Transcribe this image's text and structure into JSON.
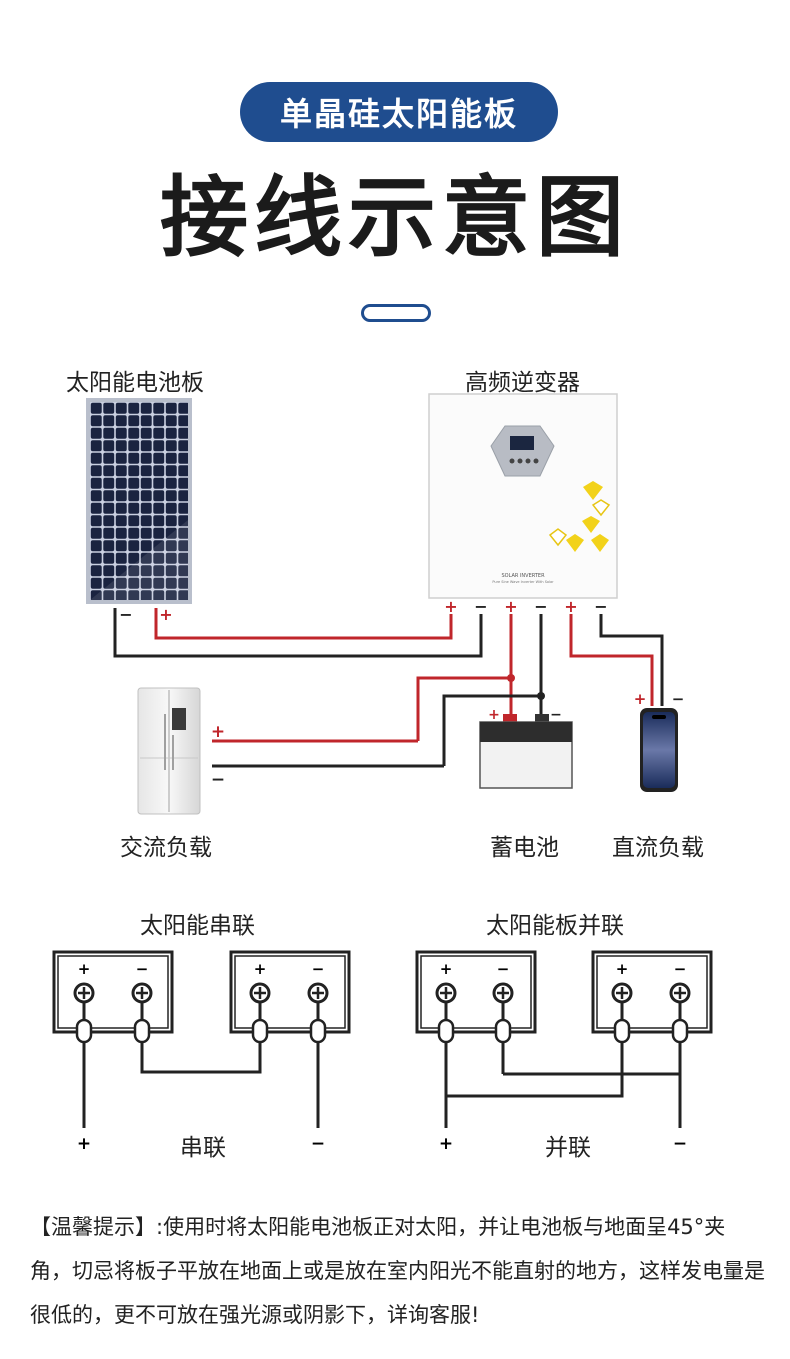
{
  "header": {
    "badge": "单晶硅太阳能板",
    "title": "接线示意图"
  },
  "main_diagram": {
    "solar_panel_label": "太阳能电池板",
    "inverter_label": "高频逆变器",
    "inverter_brand": "SOLAR INVERTER",
    "inverter_subtitle": "Pure Sine Wave Inverter With Solar",
    "ac_load_label": "交流负载",
    "battery_label": "蓄电池",
    "dc_load_label": "直流负载",
    "plus": "+",
    "minus": "−",
    "wire_colors": {
      "positive": "#c0262b",
      "negative": "#222222"
    }
  },
  "series_diagram": {
    "title": "太阳能串联",
    "caption": "串联",
    "plus": "+",
    "minus": "−"
  },
  "parallel_diagram": {
    "title": "太阳能板并联",
    "caption": "并联",
    "plus": "+",
    "minus": "−"
  },
  "tip": {
    "text": "【温馨提示】:使用时将太阳能电池板正对太阳，并让电池板与地面呈45°夹角，切忌将板子平放在地面上或是放在室内阳光不能直射的地方，这样发电量是很低的，更不可放在强光源或阴影下，详询客服!"
  },
  "colors": {
    "accent_blue": "#1f4d8f",
    "panel_cell": "#1a2340",
    "wire_red": "#c0262b",
    "wire_black": "#222222"
  }
}
